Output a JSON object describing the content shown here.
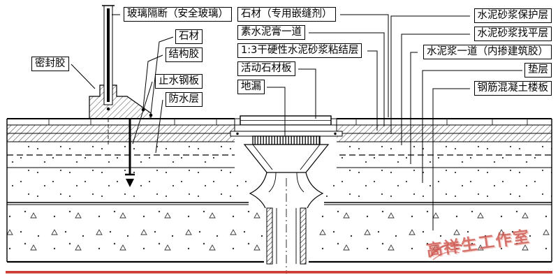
{
  "labels": {
    "left": [
      {
        "text": "玻璃隔断（安全玻璃）"
      },
      {
        "text": "石材"
      },
      {
        "text": "结构胶"
      },
      {
        "text": "止水钢板"
      },
      {
        "text": "防水层"
      },
      {
        "text": "密封胶"
      }
    ],
    "center": [
      {
        "text": "石材（专用嵌缝剂）"
      },
      {
        "text": "素水泥膏一道"
      },
      {
        "text": "1:3干硬性水泥砂浆粘结层"
      },
      {
        "text": "活动石材板"
      },
      {
        "text": "地漏"
      }
    ],
    "right": [
      {
        "text": "水泥砂浆保护层"
      },
      {
        "text": "水泥砂浆找平层"
      },
      {
        "text": "水泥浆一道（内掺建筑胶）"
      },
      {
        "text": "垫层"
      },
      {
        "text": "钢筋混凝土楼板"
      }
    ]
  },
  "watermark": {
    "text": "高祥生工作室"
  },
  "colors": {
    "line": "#000000",
    "accent_red": "#cc3a33",
    "watermark_red": "#cd5a52",
    "background": "#ffffff"
  }
}
